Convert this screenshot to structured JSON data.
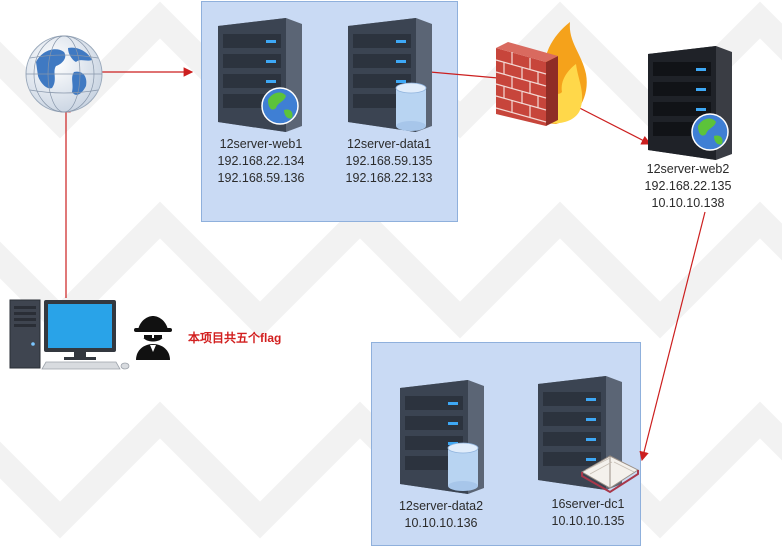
{
  "nodes": {
    "web1": {
      "name": "12server-web1",
      "ip1": "192.168.22.134",
      "ip2": "192.168.59.136",
      "icon": "server-globe-icon"
    },
    "data1": {
      "name": "12server-data1",
      "ip1": "192.168.59.135",
      "ip2": "192.168.22.133",
      "icon": "server-database-icon"
    },
    "web2": {
      "name": "12server-web2",
      "ip1": "192.168.22.135",
      "ip2": "10.10.10.138",
      "icon": "server-globe-icon"
    },
    "data2": {
      "name": "12server-data2",
      "ip1": "10.10.10.136",
      "icon": "server-database-icon"
    },
    "dc1": {
      "name": "16server-dc1",
      "ip1": "10.10.10.135",
      "icon": "server-book-icon"
    }
  },
  "note": "本项目共五个flag",
  "icons": [
    "globe-icon",
    "firewall-icon",
    "attacker-computer-icon",
    "hacker-icon"
  ],
  "colors": {
    "link": "#cc1f1f",
    "zone_fill": "#c9daf4",
    "zone_border": "#8fb0dc",
    "server_body": "#3b4452",
    "led": "#3ea8f5",
    "note": "#d21f1f"
  }
}
